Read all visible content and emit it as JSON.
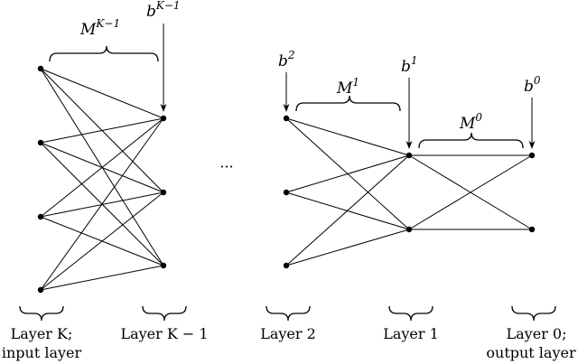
{
  "ellipsis": "···",
  "matrices": [
    {
      "base": "M",
      "sup": "K−1"
    },
    {
      "base": "M",
      "sup": "1"
    },
    {
      "base": "M",
      "sup": "0"
    }
  ],
  "biases": [
    {
      "base": "b",
      "sup": "K−1"
    },
    {
      "base": "b",
      "sup": "2"
    },
    {
      "base": "b",
      "sup": "1"
    },
    {
      "base": "b",
      "sup": "0"
    }
  ],
  "layers": [
    {
      "line1": "Layer K;",
      "line2": "input layer"
    },
    {
      "line1": "Layer K − 1",
      "line2": ""
    },
    {
      "line1": "Layer 2",
      "line2": ""
    },
    {
      "line1": "Layer 1",
      "line2": ""
    },
    {
      "line1": "Layer 0;",
      "line2": "output layer"
    }
  ]
}
